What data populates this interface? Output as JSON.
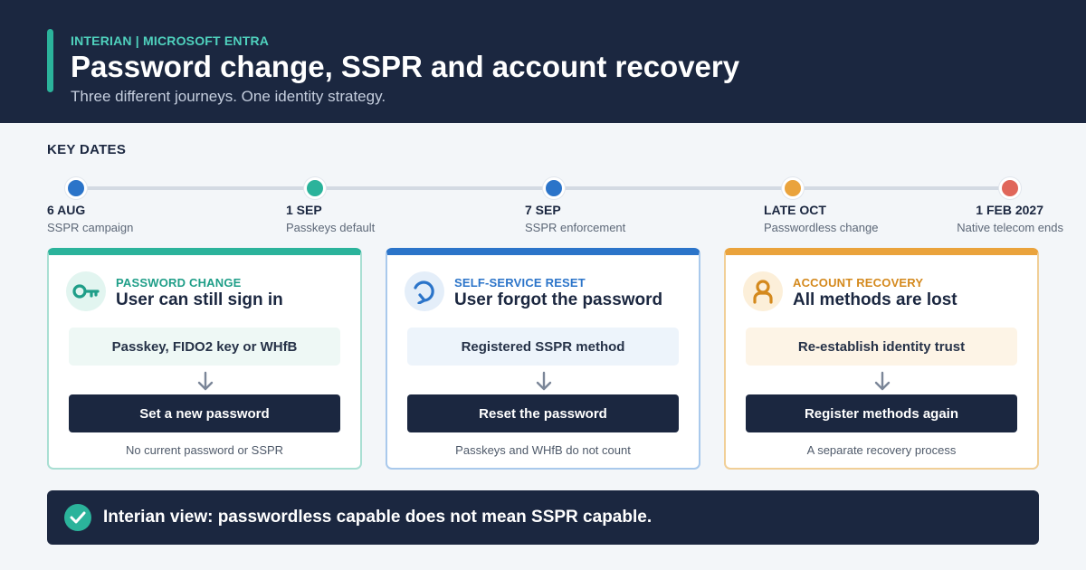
{
  "header": {
    "eyebrow": "INTERIAN | MICROSOFT ENTRA",
    "title": "Password change, SSPR and account recovery",
    "subtitle": "Three different journeys. One identity strategy."
  },
  "key_dates": {
    "label": "KEY DATES",
    "milestones": [
      {
        "date": "6 AUG",
        "desc": "SSPR campaign",
        "color": "#2b74c9"
      },
      {
        "date": "1 SEP",
        "desc": "Passkeys default",
        "color": "#2bb39b"
      },
      {
        "date": "7 SEP",
        "desc": "SSPR enforcement",
        "color": "#2b74c9"
      },
      {
        "date": "LATE OCT",
        "desc": "Passwordless change",
        "color": "#eaa33c"
      },
      {
        "date": "1 FEB 2027",
        "desc": "Native telecom ends",
        "color": "#e0665a"
      }
    ]
  },
  "cards": [
    {
      "eyebrow": "PASSWORD CHANGE",
      "heading": "User can still sign in",
      "condition": "Passkey, FIDO2 key or WHfB",
      "action": "Set a new password",
      "note": "No current password or SSPR",
      "icon": "key-icon",
      "accent": "#2bb39b"
    },
    {
      "eyebrow": "SELF-SERVICE RESET",
      "heading": "User forgot the password",
      "condition": "Registered SSPR method",
      "action": "Reset the password",
      "note": "Passkeys and WHfB do not count",
      "icon": "reset-arrow-icon",
      "accent": "#2b74c9"
    },
    {
      "eyebrow": "ACCOUNT RECOVERY",
      "heading": "All methods are lost",
      "condition": "Re-establish identity trust",
      "action": "Register methods again",
      "note": "A separate recovery process",
      "icon": "person-icon",
      "accent": "#eaa33c"
    }
  ],
  "callout": {
    "text": "Interian view: passwordless capable does not mean SSPR capable.",
    "icon": "check-circle-icon"
  }
}
